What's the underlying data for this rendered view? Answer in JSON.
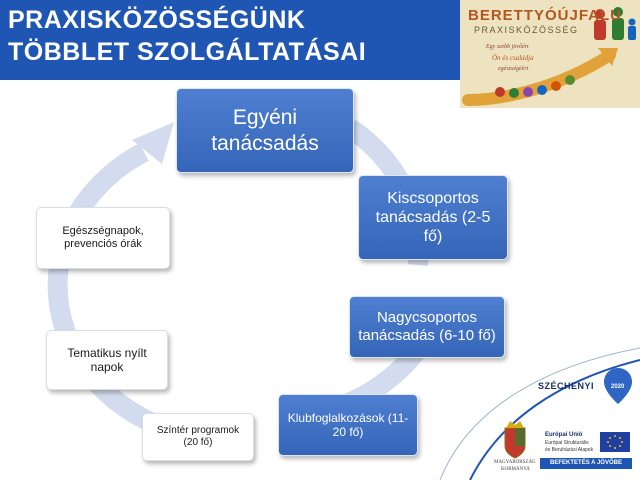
{
  "header": {
    "title_line1": "PRAXISKÖZÖSSÉGÜNK",
    "title_line2": "TÖBBLET SZOLGÁLTATÁSAI",
    "background_color": "#1f56b4"
  },
  "logo": {
    "name": "BERETTYÓÚJFALU",
    "subtitle": "PRAXISKÖZÖSSÉG"
  },
  "cycle": {
    "nodes": [
      {
        "label": "Egyéni tanácsadás",
        "style": "dark"
      },
      {
        "label": "Kiscsoportos tanácsadás (2-5 fő)",
        "style": "dark"
      },
      {
        "label": "Nagycsoportos tanácsadás (6-10 fő)",
        "style": "dark"
      },
      {
        "label": "Klubfoglalkozások (11-20 fő)",
        "style": "dark"
      },
      {
        "label": "Színtér programok (20 fő)",
        "style": "light"
      },
      {
        "label": "Tematikus nyílt napok",
        "style": "light"
      },
      {
        "label": "Egészségnapok, prevenciós órák",
        "style": "light"
      }
    ],
    "ring_color": "#d3dcee",
    "dark_box_color": "#3a6bbf"
  },
  "footer": {
    "szechenyi": "SZÉCHENYI",
    "year": "2020",
    "eu_line1": "Európai Unió",
    "eu_line2": "Európai Strukturális",
    "eu_line3": "és Beruházási Alapok",
    "invest_banner": "BEFEKTETÉS A JÖVŐBE",
    "gov_line1": "MAGYARORSZÁG",
    "gov_line2": "KORMÁNYA"
  }
}
